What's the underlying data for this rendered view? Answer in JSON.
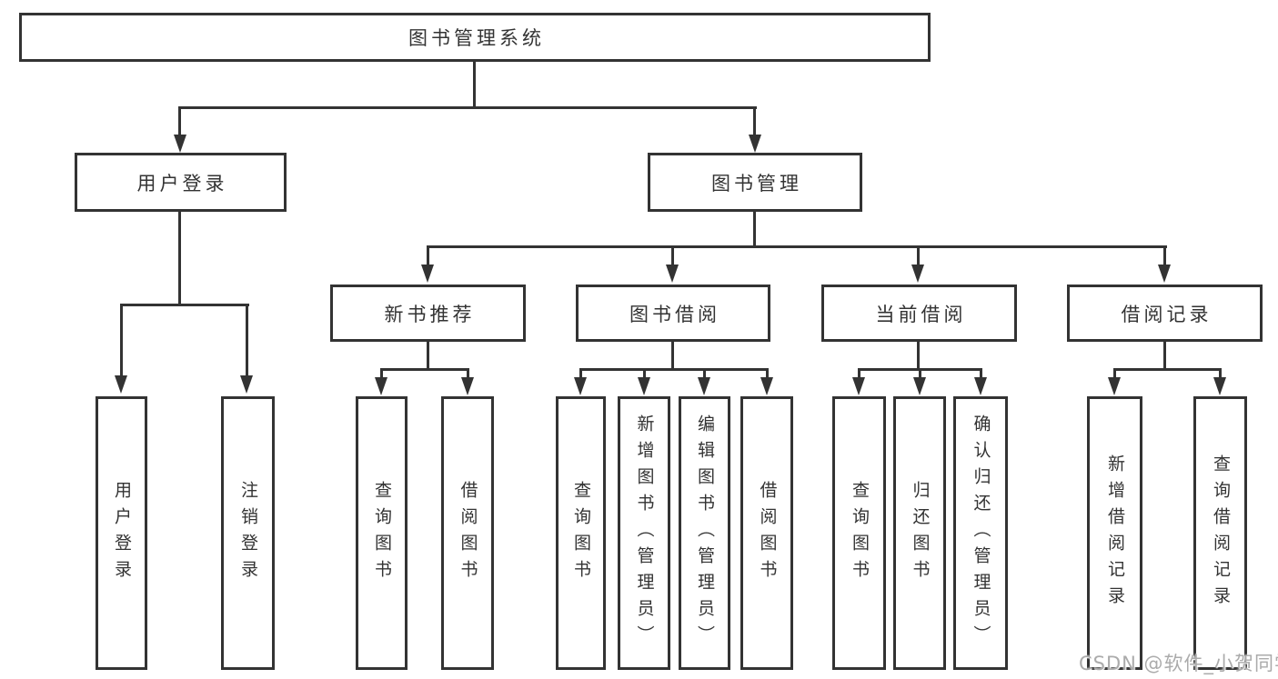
{
  "diagram_type": "hierarchy-tree",
  "colors": {
    "line": "#333333",
    "box_border": "#333333",
    "box_background": "#ffffff",
    "text": "#333333",
    "watermark": "#ababab",
    "page_background": "#ffffff"
  },
  "tree": {
    "label": "图书管理系统",
    "children": [
      {
        "label": "用户登录",
        "children": [
          {
            "label": "用户登录"
          },
          {
            "label": "注销登录"
          }
        ]
      },
      {
        "label": "图书管理",
        "children": [
          {
            "label": "新书推荐",
            "children": [
              {
                "label": "查询图书"
              },
              {
                "label": "借阅图书"
              }
            ]
          },
          {
            "label": "图书借阅",
            "children": [
              {
                "label": "查询图书"
              },
              {
                "label": "新增图书（管理员）"
              },
              {
                "label": "编辑图书（管理员）"
              },
              {
                "label": "借阅图书"
              }
            ]
          },
          {
            "label": "当前借阅",
            "children": [
              {
                "label": "查询图书"
              },
              {
                "label": "归还图书"
              },
              {
                "label": "确认归还（管理员）"
              }
            ]
          },
          {
            "label": "借阅记录",
            "children": [
              {
                "label": "新增借阅记录"
              },
              {
                "label": "查询借阅记录"
              }
            ]
          }
        ]
      }
    ]
  },
  "watermark": {
    "text": "CSDN @软件_小贺同学"
  }
}
